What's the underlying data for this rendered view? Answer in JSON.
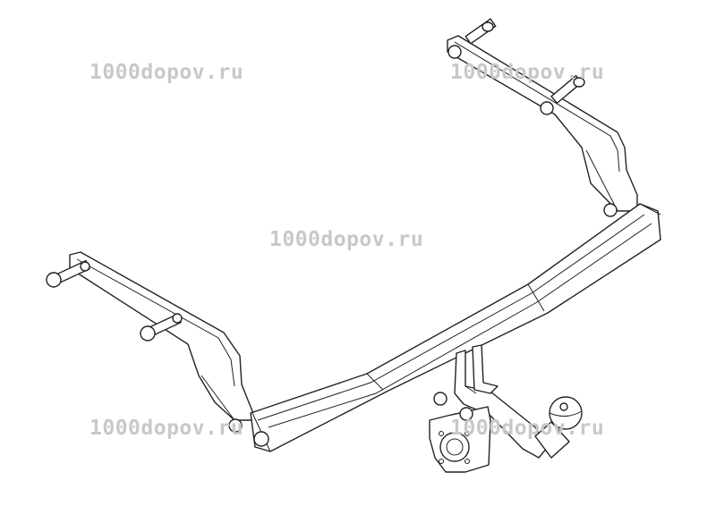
{
  "watermarks": [
    "1000dopov.ru",
    "1000dopov.ru",
    "1000dopov.ru",
    "1000dopov.ru",
    "1000dopov.ru"
  ],
  "colors": {
    "background": "#ffffff",
    "line": "#222222",
    "watermark": "#c8c8c8"
  }
}
